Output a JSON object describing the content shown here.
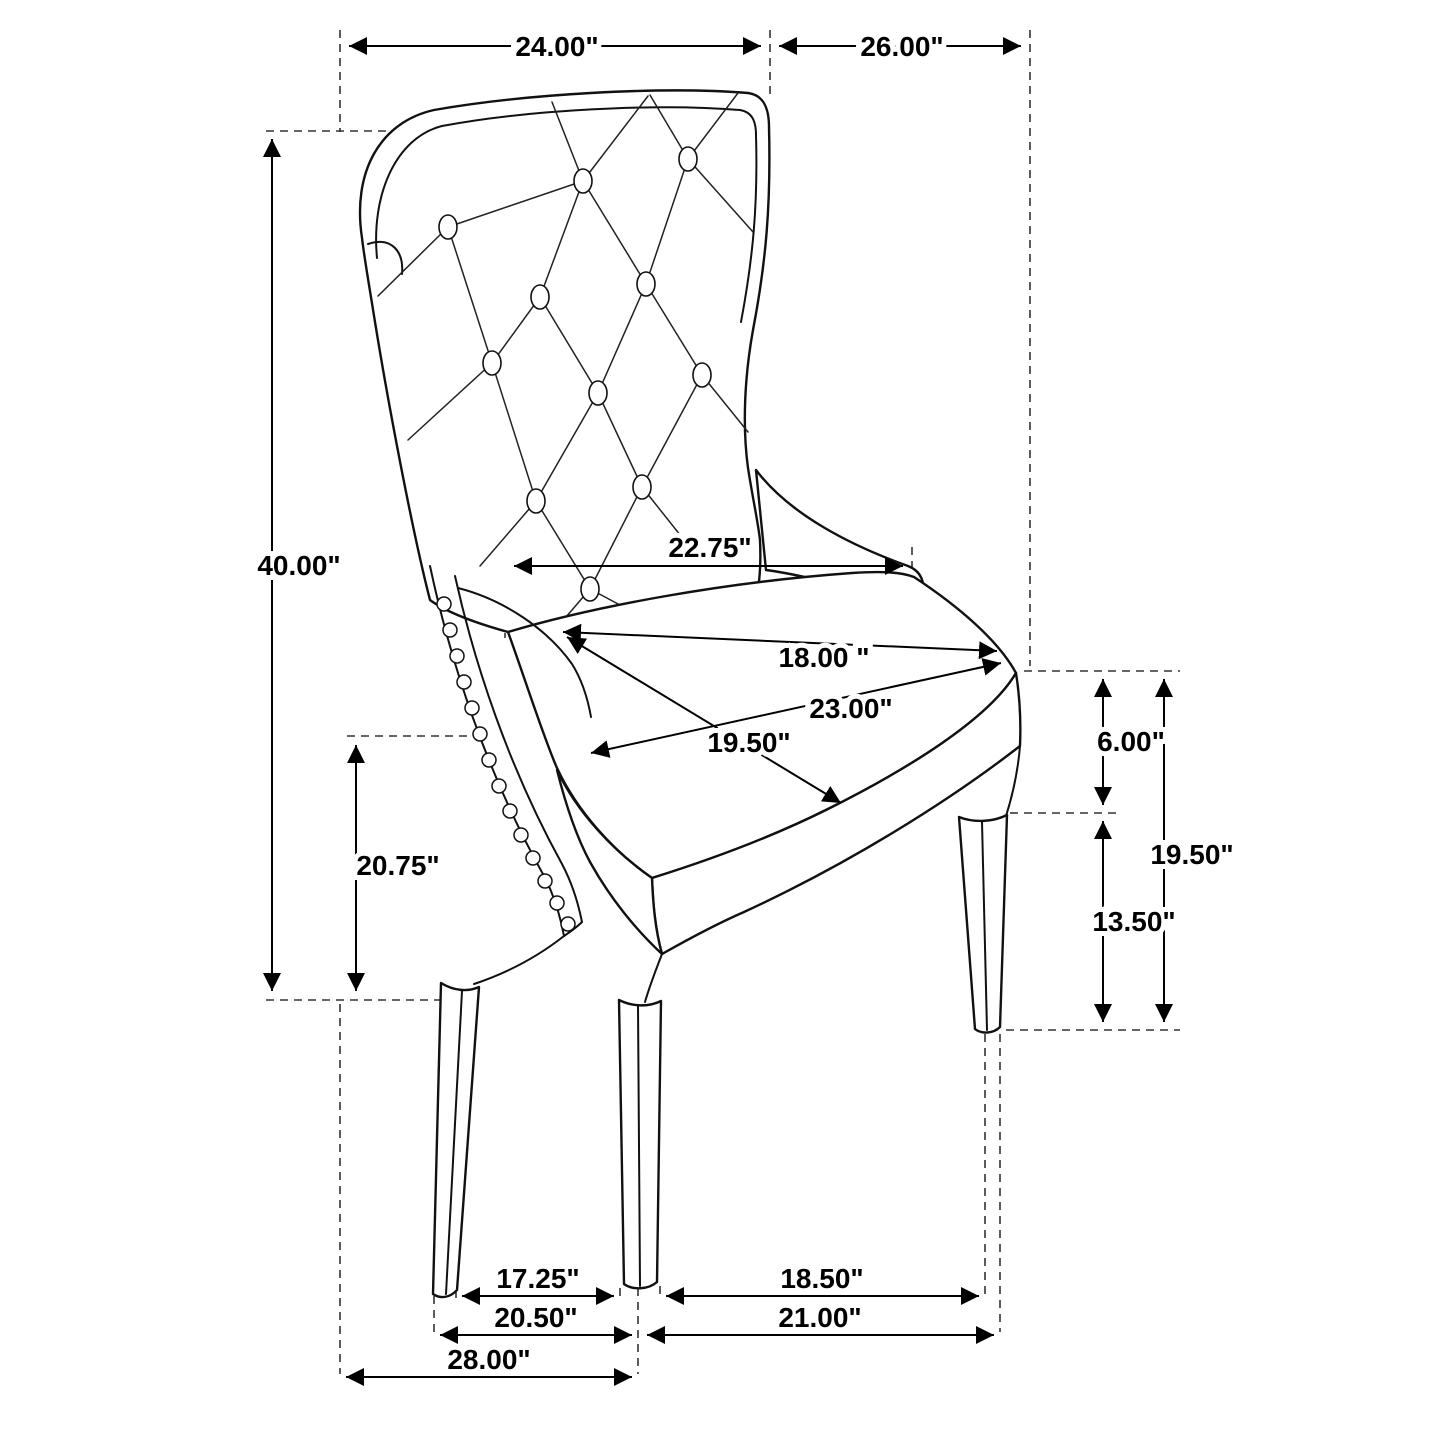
{
  "diagram": {
    "type": "product-dimension-diagram",
    "subject": "tufted wingback dining chair",
    "colors": {
      "line": "#000000",
      "dashed": "#333333",
      "background": "#ffffff"
    },
    "dims": {
      "back_width_top": "24.00\"",
      "top_to_front_depth": "26.00\"",
      "overall_height": "40.00\"",
      "inside_back_width": "22.75\"",
      "seat_depth": "18.00 \"",
      "seat_width": "23.00\"",
      "seat_diagonal": "19.50\"",
      "arm_height": "20.75\"",
      "cushion_thickness": "6.00\"",
      "seat_height": "19.50\"",
      "leg_height": "13.50\"",
      "front_leg_spacing": "17.25\"",
      "side_leg_spacing": "18.50\"",
      "front_width_bottom": "20.50\"",
      "side_depth_bottom": "21.00\"",
      "overall_depth": "28.00\""
    }
  }
}
